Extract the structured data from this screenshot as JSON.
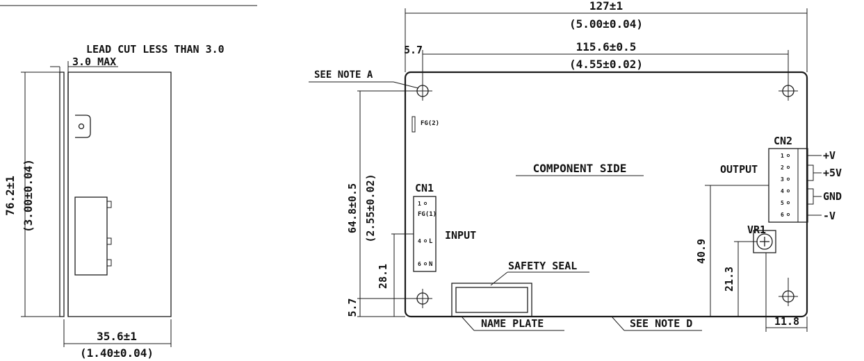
{
  "side_view": {
    "lead_cut_note": "LEAD CUT LESS THAN 3.0",
    "max_dim": "3.0 MAX",
    "height_mm": "76.2±1",
    "height_in": "(3.00±0.04)",
    "depth_mm": "35.6±1",
    "depth_in": "(1.40±0.04)"
  },
  "top_view": {
    "width_mm": "127±1",
    "width_in": "(5.00±0.04)",
    "hole_span_mm": "115.6±0.5",
    "hole_span_in": "(4.55±0.02)",
    "hole_offset_top": "5.7",
    "hole_offset_bottom": "5.7",
    "hole_vert_mm": "64.8±0.5",
    "hole_vert_in": "(2.55±0.02)",
    "note_a": "SEE NOTE A",
    "note_d": "SEE NOTE D",
    "fg2_label": "FG(2)",
    "component_side": "COMPONENT SIDE",
    "cn1": {
      "title": "CN1",
      "label": "INPUT",
      "pin1": "1",
      "fg1": "FG(1)",
      "pin4": "4",
      "pin4_label": "L",
      "pin6": "6",
      "pin6_label": "N"
    },
    "cn2": {
      "title": "CN2",
      "label": "OUTPUT",
      "pins": [
        "1",
        "2",
        "3",
        "4",
        "5",
        "6"
      ],
      "outputs": [
        "+V",
        "+5V",
        "GND",
        "-V"
      ]
    },
    "vr1": "VR1",
    "safety_seal": "SAFETY SEAL",
    "name_plate": "NAME PLATE",
    "dim_28_1": "28.1",
    "dim_40_9": "40.9",
    "dim_21_3": "21.3",
    "dim_11_8": "11.8"
  }
}
